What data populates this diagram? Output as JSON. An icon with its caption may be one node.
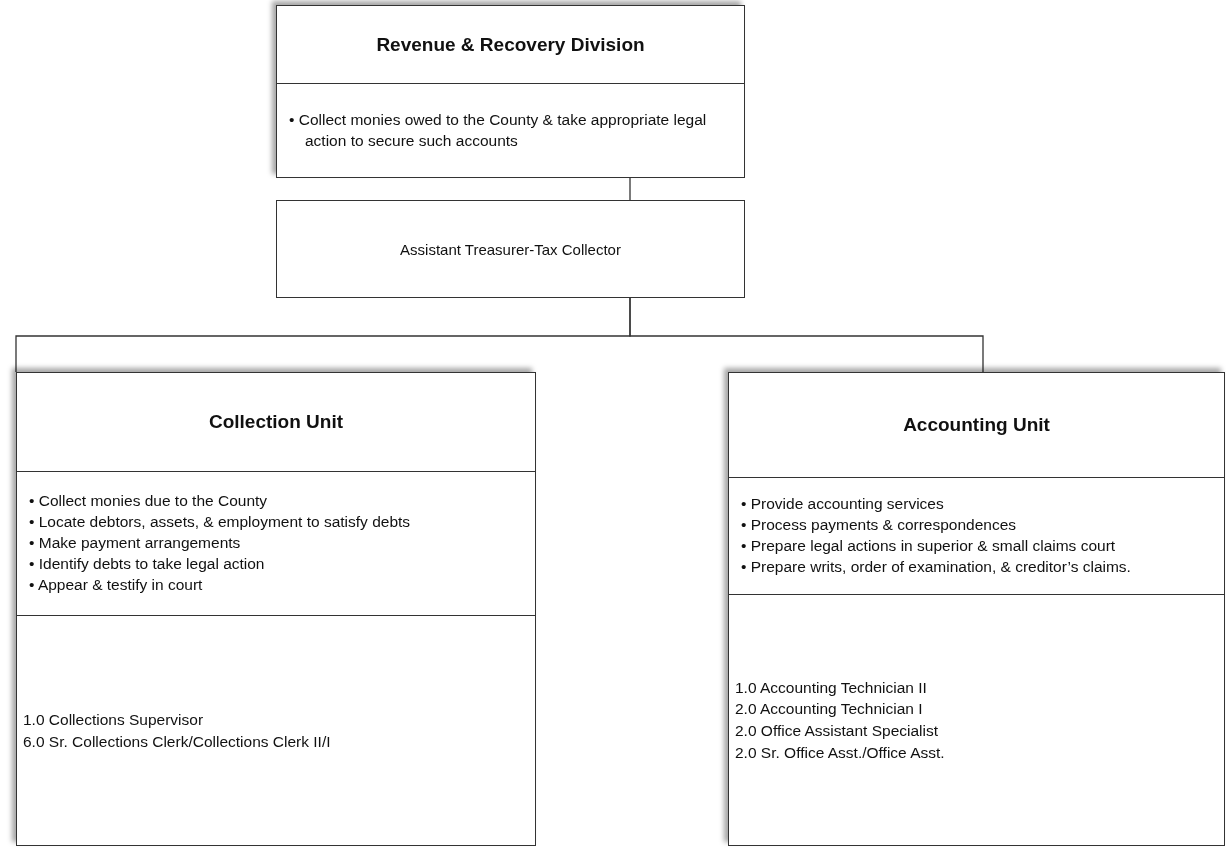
{
  "diagram": {
    "nodes": [
      {
        "text": [
          "Revenue & Recovery Division",
          "• Collect monies owed to the County & take appropriate legal action to secure such accounts"
        ]
      },
      {
        "text": [
          "Assistant Treasurer-Tax Collector"
        ]
      },
      {
        "text": [
          "Collection Unit",
          "• Collect monies due to the County",
          "• Locate debtors, assets, & employment to satisfy debts",
          "• Make payment arrangements",
          "• Identify debts to take legal action",
          "• Appear & testify in court",
          "1.0 Collections Supervisor",
          "6.0 Sr. Collections Clerk/Collections Clerk II/I"
        ]
      },
      {
        "text": [
          "Accounting Unit",
          "• Provide accounting services",
          "• Process payments & correspondences",
          "• Prepare legal actions in superior & small claims court",
          "• Prepare writs, order of examination, & creditor’s claims.",
          "1.0 Accounting Technician II",
          "2.0 Accounting Technician I",
          "2.0 Office Assistant Specialist",
          "2.0 Sr. Office Asst./Office Asst."
        ]
      }
    ],
    "edges": [
      {
        "from": 0,
        "to": 1,
        "arrow": "none"
      },
      {
        "from": 1,
        "to": 2,
        "arrow": "none"
      },
      {
        "from": 1,
        "to": 3,
        "arrow": "none"
      }
    ]
  }
}
